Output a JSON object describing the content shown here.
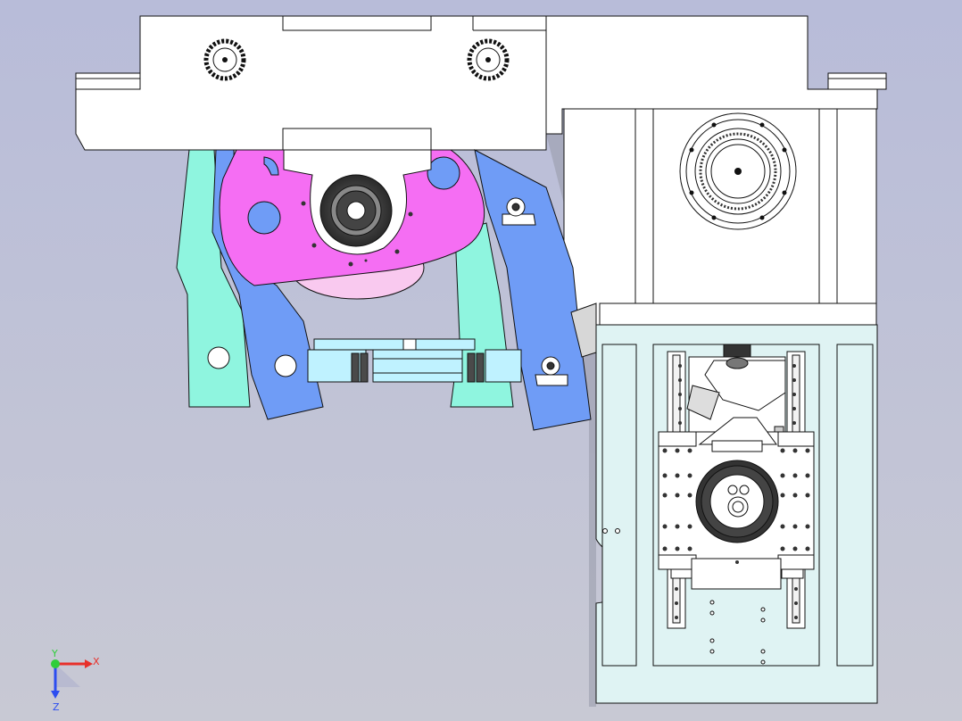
{
  "triad": {
    "x_label": "X",
    "y_label": "Y",
    "z_label": "Z"
  },
  "colors": {
    "background_top": "#b8bcd9",
    "background_bottom": "#c8c9d4",
    "part_white": "#ffffff",
    "base_light_cyan": "#dff3f3",
    "arm_blue": "#6f9cf6",
    "arm_mint": "#8ff5df",
    "cam_magenta": "#f56ef3",
    "cam_pink": "#f9c9ef",
    "rod_light_blue": "#bff2ff",
    "hub_dark": "#3c3c3c",
    "gray_pad": "#d7d7d7",
    "axis_red": "#e8302a",
    "axis_green": "#2fce3a",
    "axis_blue": "#2c4df0",
    "edge": "#111111"
  }
}
